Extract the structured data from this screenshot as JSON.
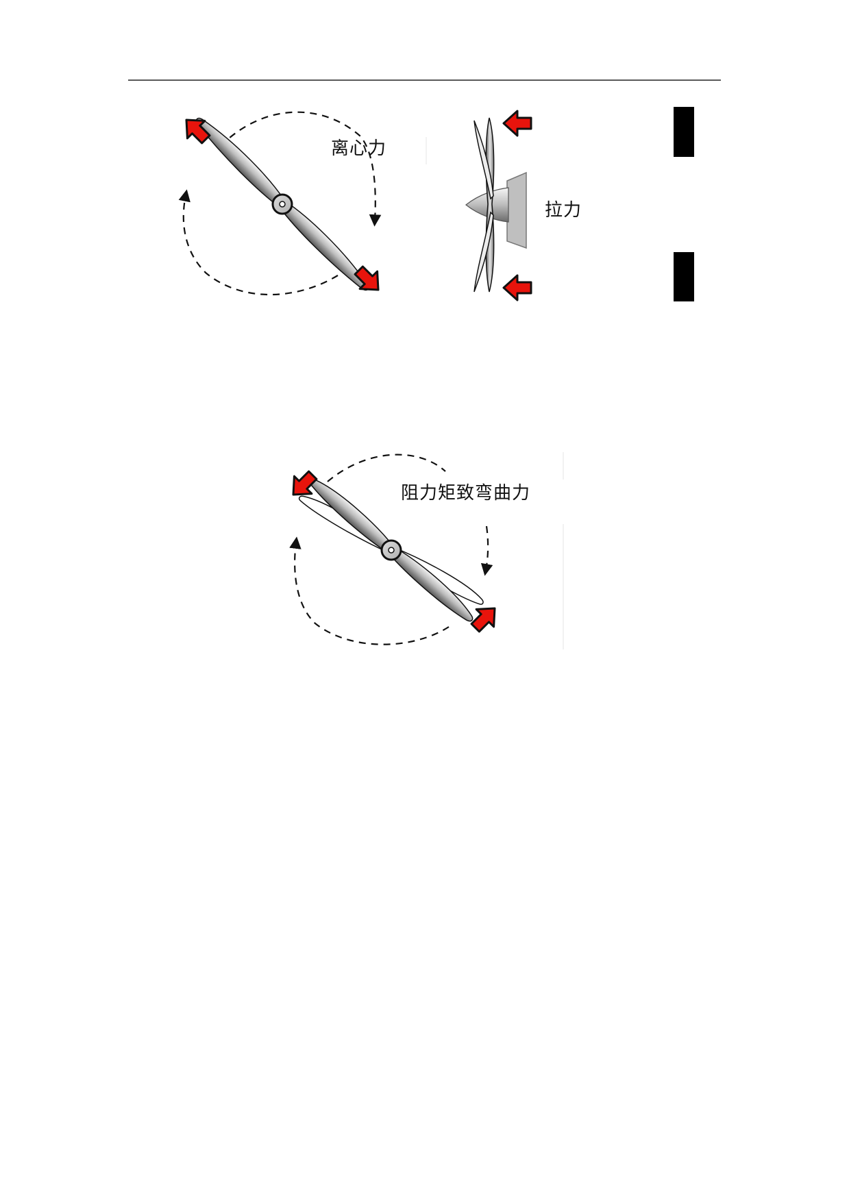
{
  "figure_top": {
    "centrifugal_label": "离心力",
    "thrust_label": "拉力"
  },
  "figure_bottom": {
    "drag_torque_label": "阻力矩致弯曲力"
  },
  "colors": {
    "arrow_fill": "#e8140c",
    "arrow_stroke": "#111111",
    "blade_dark": "#6e6e6e",
    "blade_light": "#d8d8d8",
    "rule": "#222222"
  }
}
